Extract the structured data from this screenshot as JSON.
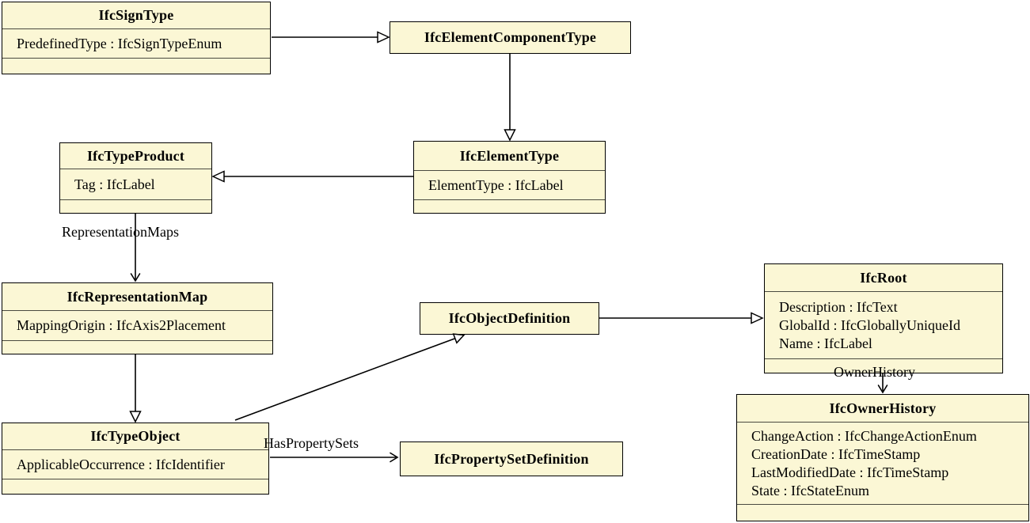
{
  "colors": {
    "background": "#FFFFFF",
    "box_fill": "#FBF7D5",
    "box_border": "#000000",
    "line": "#000000",
    "text": "#000000"
  },
  "classes": {
    "IfcSignType": {
      "title": "IfcSignType",
      "attributes": [
        "PredefinedType : IfcSignTypeEnum"
      ]
    },
    "IfcElementComponentType": {
      "title": "IfcElementComponentType",
      "attributes": []
    },
    "IfcTypeProduct": {
      "title": "IfcTypeProduct",
      "attributes": [
        "Tag : IfcLabel"
      ]
    },
    "IfcElementType": {
      "title": "IfcElementType",
      "attributes": [
        "ElementType : IfcLabel"
      ]
    },
    "IfcRepresentationMap": {
      "title": "IfcRepresentationMap",
      "attributes": [
        "MappingOrigin : IfcAxis2Placement"
      ]
    },
    "IfcTypeObject": {
      "title": "IfcTypeObject",
      "attributes": [
        "ApplicableOccurrence : IfcIdentifier"
      ]
    },
    "IfcObjectDefinition": {
      "title": "IfcObjectDefinition",
      "attributes": []
    },
    "IfcPropertySetDefinition": {
      "title": "IfcPropertySetDefinition",
      "attributes": []
    },
    "IfcRoot": {
      "title": "IfcRoot",
      "attributes": [
        "Description : IfcText",
        "GlobalId : IfcGloballyUniqueId",
        "Name : IfcLabel"
      ]
    },
    "IfcOwnerHistory": {
      "title": "IfcOwnerHistory",
      "attributes": [
        "ChangeAction : IfcChangeActionEnum",
        "CreationDate : IfcTimeStamp",
        "LastModifiedDate : IfcTimeStamp",
        "State : IfcStateEnum"
      ]
    }
  },
  "edge_labels": {
    "representation_maps": "RepresentationMaps",
    "has_property_sets": "HasPropertySets",
    "owner_history": "OwnerHistory"
  },
  "relationships": [
    {
      "from": "IfcSignType",
      "to": "IfcElementComponentType",
      "type": "generalization",
      "label": ""
    },
    {
      "from": "IfcElementComponentType",
      "to": "IfcElementType",
      "type": "generalization",
      "label": ""
    },
    {
      "from": "IfcElementType",
      "to": "IfcTypeProduct",
      "type": "generalization",
      "label": ""
    },
    {
      "from": "IfcTypeProduct",
      "to": "IfcRepresentationMap",
      "type": "association",
      "label": "RepresentationMaps"
    },
    {
      "from": "IfcRepresentationMap",
      "to": "IfcTypeObject",
      "type": "generalization",
      "label": ""
    },
    {
      "from": "IfcTypeObject",
      "to": "IfcObjectDefinition",
      "type": "generalization",
      "label": ""
    },
    {
      "from": "IfcTypeObject",
      "to": "IfcPropertySetDefinition",
      "type": "association",
      "label": "HasPropertySets"
    },
    {
      "from": "IfcObjectDefinition",
      "to": "IfcRoot",
      "type": "generalization",
      "label": ""
    },
    {
      "from": "IfcRoot",
      "to": "IfcOwnerHistory",
      "type": "association",
      "label": "OwnerHistory"
    }
  ]
}
